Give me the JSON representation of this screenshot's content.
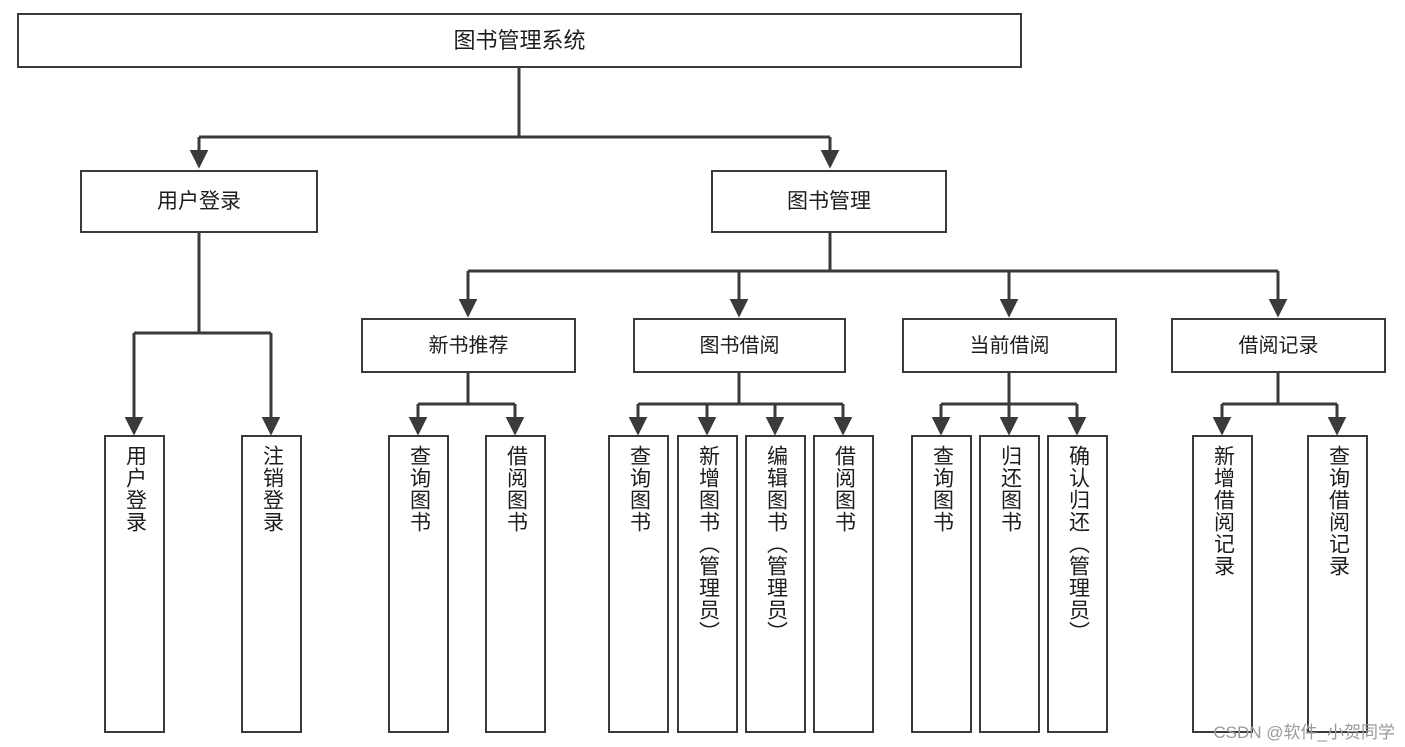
{
  "diagram": {
    "title": "图书管理系统",
    "type": "hierarchy-tree",
    "watermark": "CSDN @软件_小贺同学",
    "colors": {
      "stroke": "#3a3a3a",
      "fill": "#ffffff",
      "text": "#1d1d1d",
      "watermark": "#9a9a9a"
    },
    "nodes": {
      "root": {
        "label": "图书管理系统"
      },
      "level1": [
        {
          "id": "user-login",
          "label": "用户登录"
        },
        {
          "id": "book-manage",
          "label": "图书管理"
        }
      ],
      "level2": [
        {
          "id": "new-book-rec",
          "label": "新书推荐"
        },
        {
          "id": "book-borrow",
          "label": "图书借阅"
        },
        {
          "id": "current-borrow",
          "label": "当前借阅"
        },
        {
          "id": "borrow-record",
          "label": "借阅记录"
        }
      ],
      "leaves": [
        {
          "id": "leaf-user-login",
          "label": "用户登录",
          "parent": "user-login"
        },
        {
          "id": "leaf-logout",
          "label": "注销登录",
          "parent": "user-login"
        },
        {
          "id": "leaf-query-book-1",
          "label": "查询图书",
          "parent": "new-book-rec"
        },
        {
          "id": "leaf-borrow-book-1",
          "label": "借阅图书",
          "parent": "new-book-rec"
        },
        {
          "id": "leaf-query-book-2",
          "label": "查询图书",
          "parent": "book-borrow"
        },
        {
          "id": "leaf-add-book",
          "label": "新增图书（管理员）",
          "parent": "book-borrow"
        },
        {
          "id": "leaf-edit-book",
          "label": "编辑图书（管理员）",
          "parent": "book-borrow"
        },
        {
          "id": "leaf-borrow-book-2",
          "label": "借阅图书",
          "parent": "book-borrow"
        },
        {
          "id": "leaf-query-book-3",
          "label": "查询图书",
          "parent": "current-borrow"
        },
        {
          "id": "leaf-return-book",
          "label": "归还图书",
          "parent": "current-borrow"
        },
        {
          "id": "leaf-confirm-return",
          "label": "确认归还（管理员）",
          "parent": "current-borrow"
        },
        {
          "id": "leaf-add-record",
          "label": "新增借阅记录",
          "parent": "borrow-record"
        },
        {
          "id": "leaf-query-record",
          "label": "查询借阅记录",
          "parent": "borrow-record"
        }
      ]
    }
  }
}
